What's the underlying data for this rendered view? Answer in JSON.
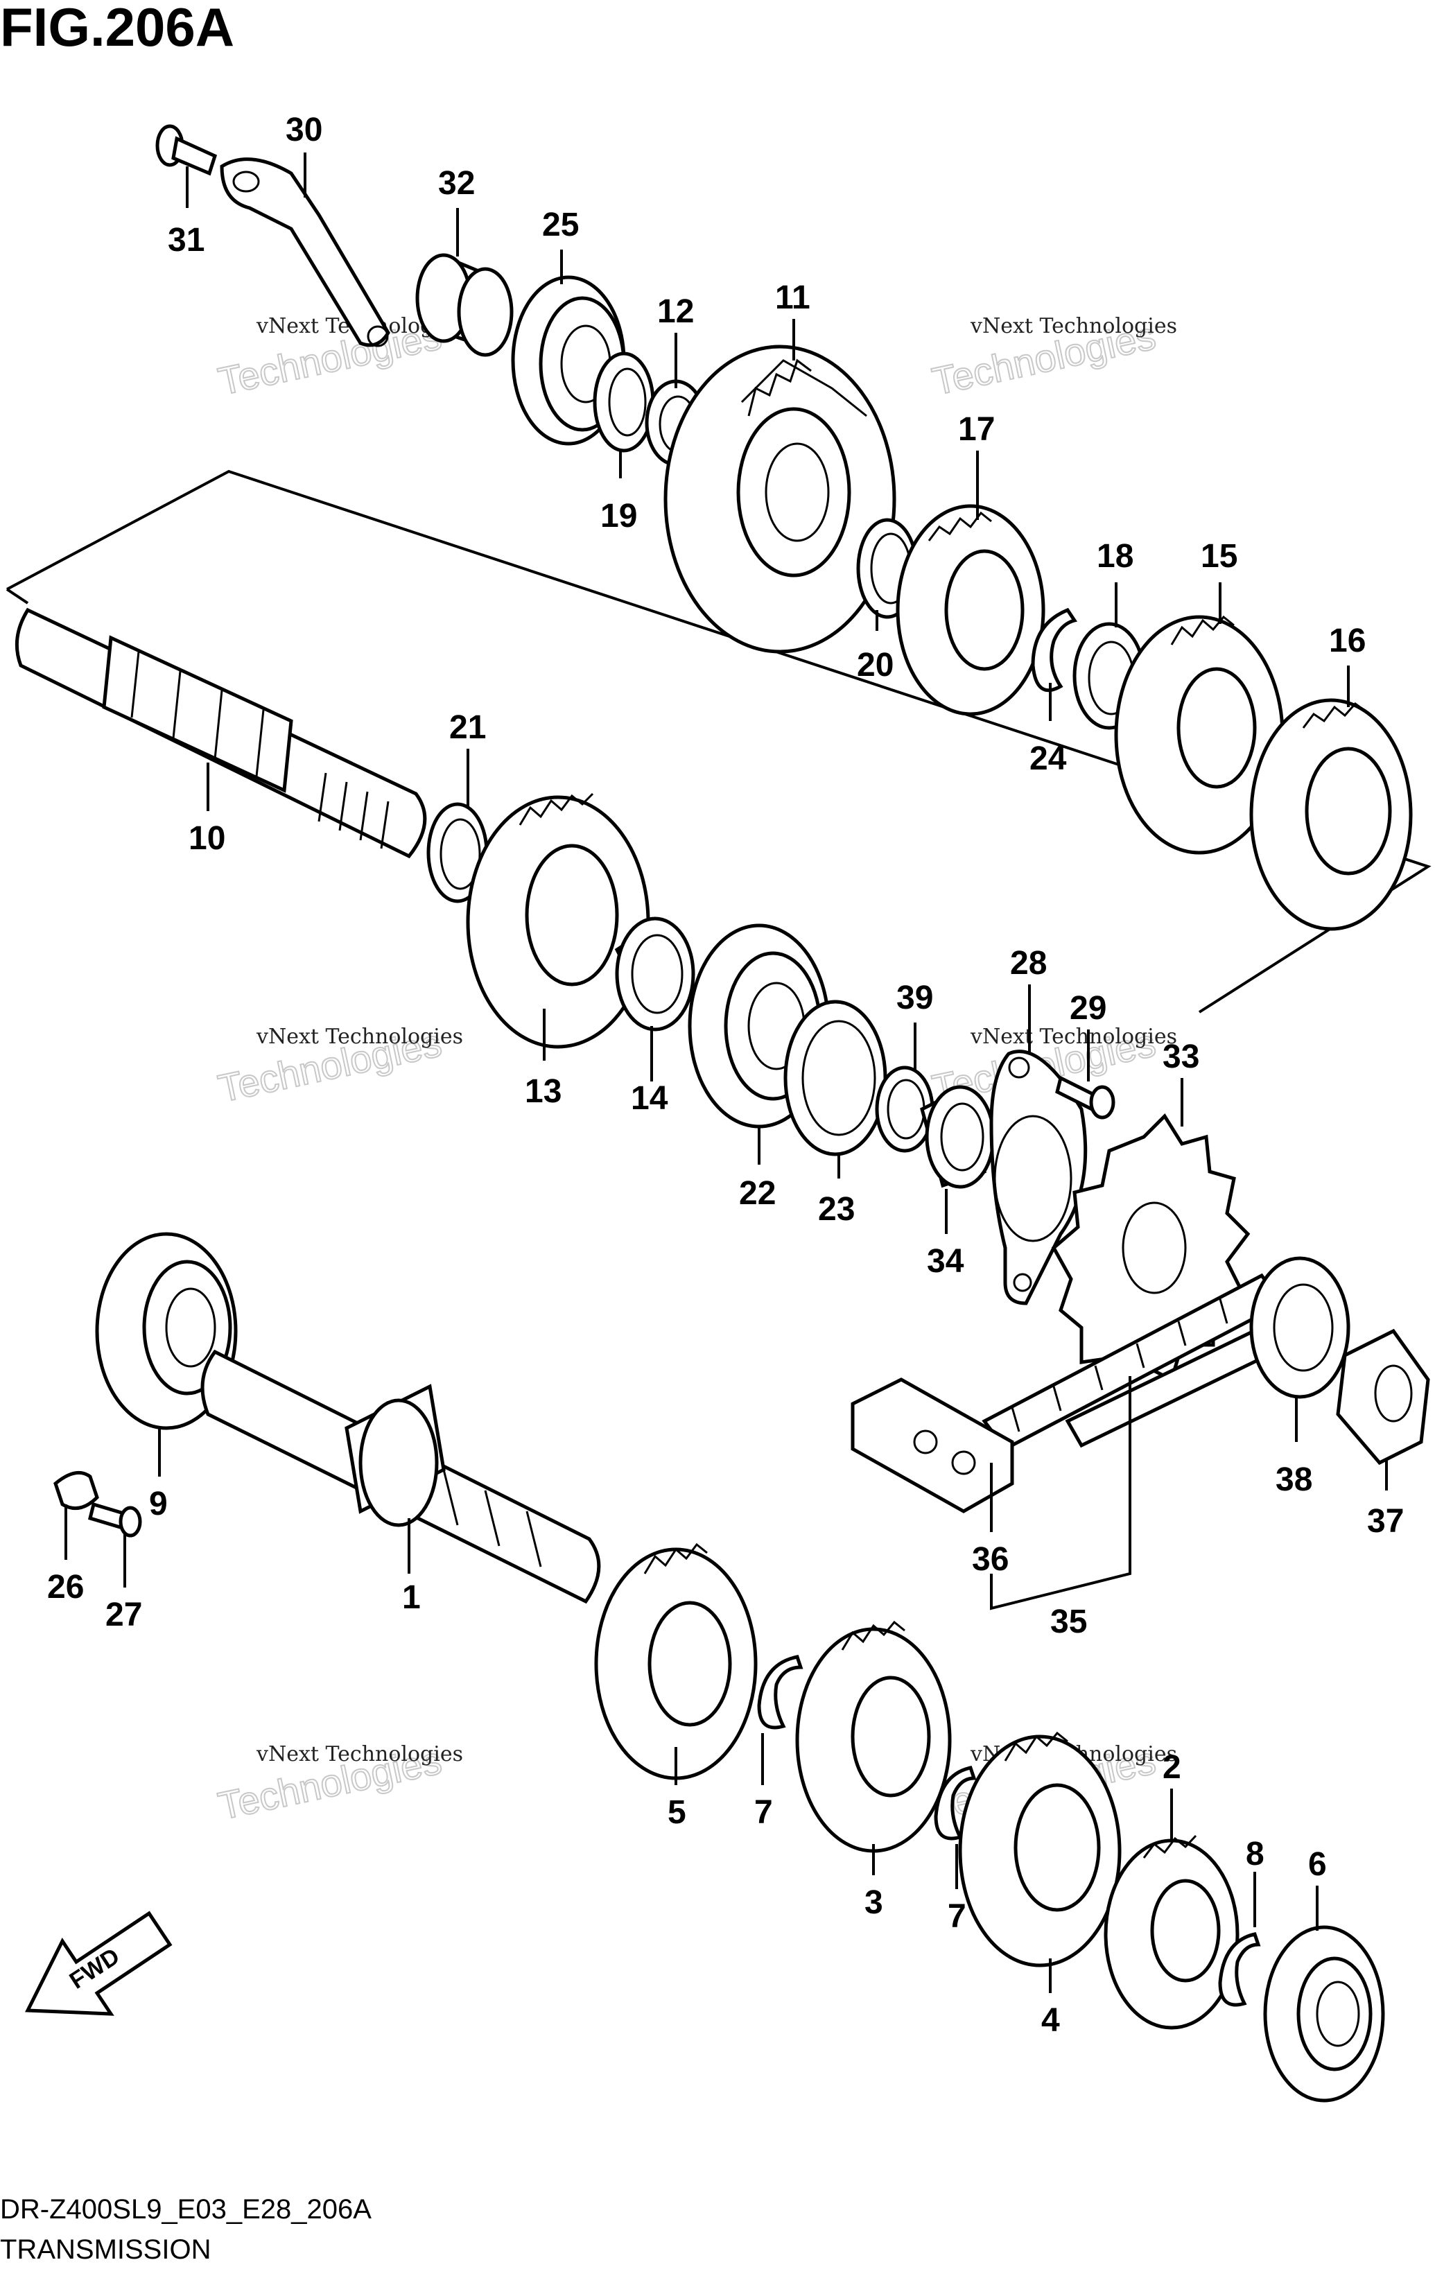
{
  "header": {
    "title": "FIG.206A"
  },
  "footer": {
    "code": "DR-Z400SL9_E03_E28_206A",
    "name": "TRANSMISSION"
  },
  "watermark": {
    "line1": "vNext Technologies",
    "line2": "vNext",
    "line3": "Technologies"
  },
  "fwd_label": "FWD",
  "callouts": [
    {
      "id": "30",
      "label": "30"
    },
    {
      "id": "31",
      "label": "31"
    },
    {
      "id": "32",
      "label": "32"
    },
    {
      "id": "25",
      "label": "25"
    },
    {
      "id": "12",
      "label": "12"
    },
    {
      "id": "11",
      "label": "11"
    },
    {
      "id": "19",
      "label": "19"
    },
    {
      "id": "17",
      "label": "17"
    },
    {
      "id": "20",
      "label": "20"
    },
    {
      "id": "18",
      "label": "18"
    },
    {
      "id": "15",
      "label": "15"
    },
    {
      "id": "16",
      "label": "16"
    },
    {
      "id": "24",
      "label": "24"
    },
    {
      "id": "21",
      "label": "21"
    },
    {
      "id": "10",
      "label": "10"
    },
    {
      "id": "13",
      "label": "13"
    },
    {
      "id": "14",
      "label": "14"
    },
    {
      "id": "22",
      "label": "22"
    },
    {
      "id": "23",
      "label": "23"
    },
    {
      "id": "39",
      "label": "39"
    },
    {
      "id": "28",
      "label": "28"
    },
    {
      "id": "29",
      "label": "29"
    },
    {
      "id": "33",
      "label": "33"
    },
    {
      "id": "34",
      "label": "34"
    },
    {
      "id": "9",
      "label": "9"
    },
    {
      "id": "26",
      "label": "26"
    },
    {
      "id": "27",
      "label": "27"
    },
    {
      "id": "1",
      "label": "1"
    },
    {
      "id": "38",
      "label": "38"
    },
    {
      "id": "37",
      "label": "37"
    },
    {
      "id": "36",
      "label": "36"
    },
    {
      "id": "35",
      "label": "35"
    },
    {
      "id": "5",
      "label": "5"
    },
    {
      "id": "7a",
      "label": "7"
    },
    {
      "id": "3",
      "label": "3"
    },
    {
      "id": "7b",
      "label": "7"
    },
    {
      "id": "2",
      "label": "2"
    },
    {
      "id": "8",
      "label": "8"
    },
    {
      "id": "6",
      "label": "6"
    },
    {
      "id": "4",
      "label": "4"
    }
  ]
}
